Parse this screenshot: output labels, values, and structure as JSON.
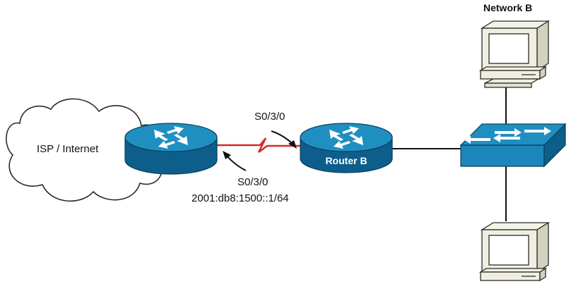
{
  "nodes": {
    "cloud": {
      "label": "ISP / Internet"
    },
    "isp_router": {
      "label": ""
    },
    "router_b": {
      "label": "Router B"
    },
    "switch": {
      "label": ""
    },
    "pc_top": {
      "label": ""
    },
    "pc_bottom": {
      "label": ""
    }
  },
  "labels": {
    "network_b": "Network B",
    "router_b_port": "S0/3/0",
    "isp_port": "S0/3/0",
    "isp_address": "2001:db8:1500::1/64"
  },
  "links": [
    {
      "from": "isp_router",
      "to": "router_b",
      "type": "serial"
    },
    {
      "from": "router_b",
      "to": "switch",
      "type": "ethernet"
    },
    {
      "from": "pc_top",
      "to": "switch",
      "type": "ethernet"
    },
    {
      "from": "switch",
      "to": "pc_bottom",
      "type": "ethernet"
    }
  ],
  "colors": {
    "device_blue": "#1f8fc2",
    "device_blue_dark": "#0d5e8a",
    "serial_link": "#d12b2b",
    "pc_beige": "#efeee0",
    "line": "#111111"
  }
}
